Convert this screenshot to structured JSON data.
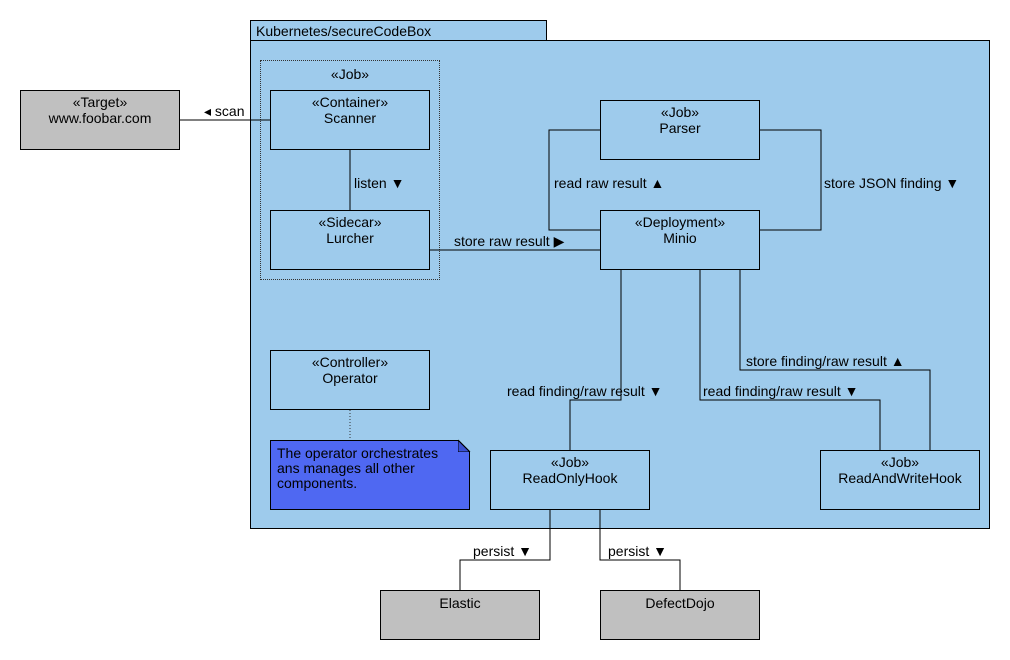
{
  "package": {
    "title": "Kubernetes/secureCodeBox"
  },
  "job_group": {
    "stereotype": "«Job»"
  },
  "nodes": {
    "target": {
      "stereotype": "«Target»",
      "name": "www.foobar.com"
    },
    "scanner": {
      "stereotype": "«Container»",
      "name": "Scanner"
    },
    "lurcher": {
      "stereotype": "«Sidecar»",
      "name": "Lurcher"
    },
    "parser": {
      "stereotype": "«Job»",
      "name": "Parser"
    },
    "minio": {
      "stereotype": "«Deployment»",
      "name": "Minio"
    },
    "operator": {
      "stereotype": "«Controller»",
      "name": "Operator"
    },
    "readonlyhook": {
      "stereotype": "«Job»",
      "name": "ReadOnlyHook"
    },
    "readwritehook": {
      "stereotype": "«Job»",
      "name": "ReadAndWriteHook"
    },
    "elastic": {
      "name": "Elastic"
    },
    "defectdojo": {
      "name": "DefectDojo"
    }
  },
  "note": {
    "text": "The operator orchestrates ans manages all other components."
  },
  "edges": {
    "scan": "◂ scan",
    "listen": "listen ▼",
    "store_raw": "store raw result ▶",
    "read_raw": "read raw result ▲",
    "store_json": "store JSON finding ▼",
    "read_finding_1": "read finding/raw result ▼",
    "read_finding_2": "read finding/raw result ▼",
    "store_finding": "store finding/raw result ▲",
    "persist_1": "persist ▼",
    "persist_2": "persist ▼"
  },
  "colors": {
    "package_fill": "#9ecbec",
    "external_fill": "#c0c0c0",
    "note_fill": "#4f68f2"
  }
}
